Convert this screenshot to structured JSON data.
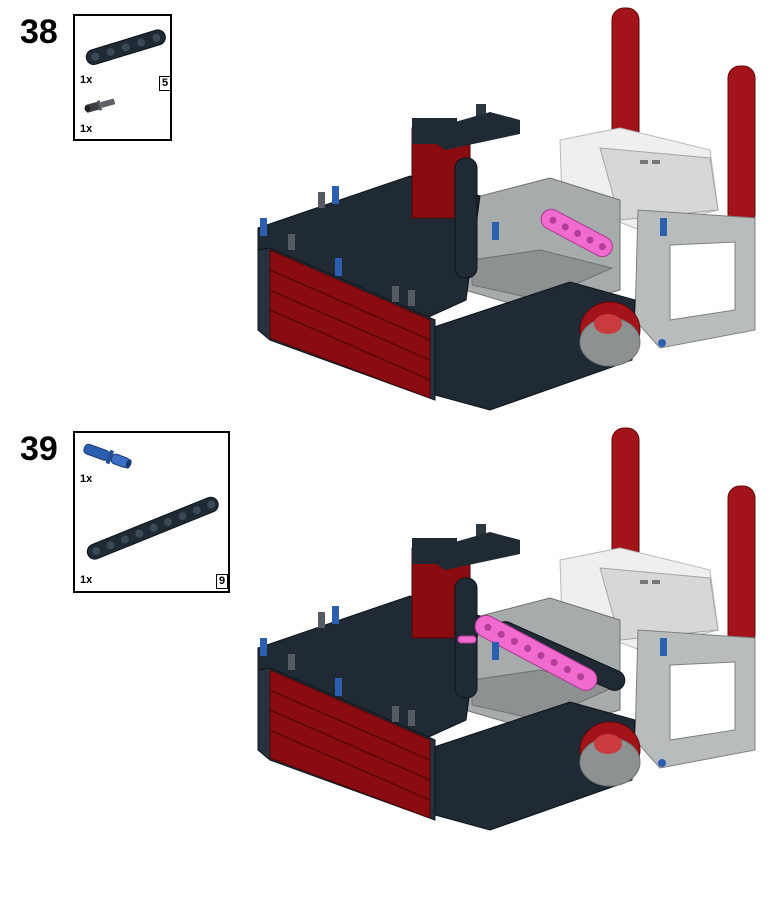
{
  "steps": [
    {
      "number": "38",
      "parts": [
        {
          "qty": "1x",
          "icon": "dark-beam-icon",
          "length_label": "5"
        },
        {
          "qty": "1x",
          "icon": "axle-pin-icon"
        }
      ]
    },
    {
      "number": "39",
      "parts": [
        {
          "qty": "1x",
          "icon": "blue-pin-icon"
        },
        {
          "qty": "1x",
          "icon": "dark-beam-icon",
          "length_label": "9"
        }
      ]
    }
  ],
  "colors": {
    "dark_blue_gray": "#1f2a35",
    "dark_red": "#8a0c10",
    "light_gray": "#a8abab",
    "white": "#f2f2f2",
    "magenta": "#f06ad0",
    "blue": "#2d5fb0"
  }
}
